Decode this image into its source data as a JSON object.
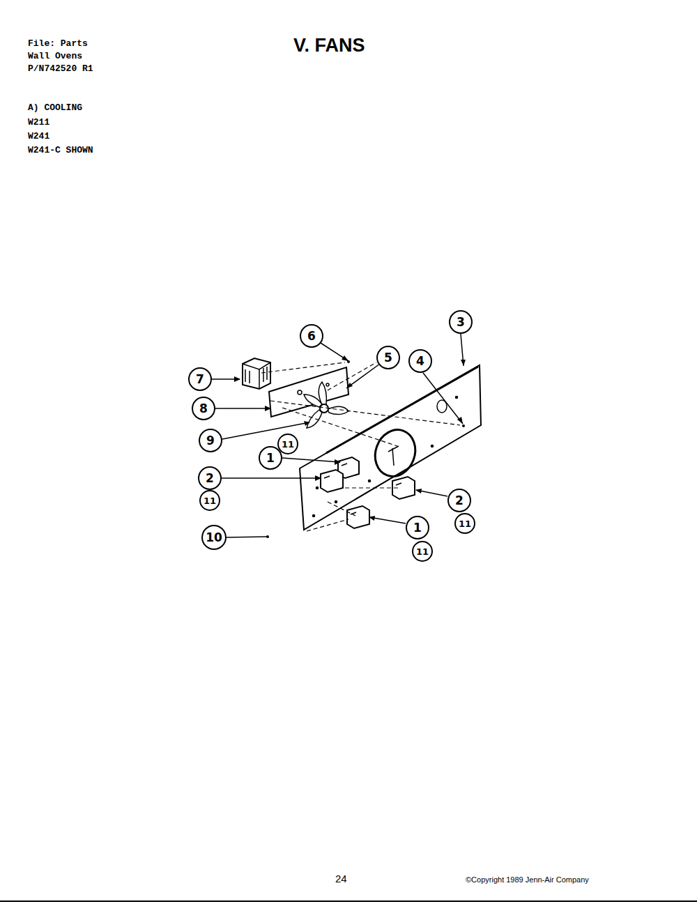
{
  "diagram": {
    "title": "V. FANS",
    "nodes": [
      {
        "text": [
          "6"
        ]
      },
      {
        "text": [
          "3"
        ]
      },
      {
        "text": [
          "5"
        ]
      },
      {
        "text": [
          "4"
        ]
      },
      {
        "text": [
          "7"
        ]
      },
      {
        "text": [
          "8"
        ]
      },
      {
        "text": [
          "9"
        ]
      },
      {
        "text": [
          "11"
        ]
      },
      {
        "text": [
          "1"
        ]
      },
      {
        "text": [
          "2"
        ]
      },
      {
        "text": [
          "11"
        ]
      },
      {
        "text": [
          "2"
        ]
      },
      {
        "text": [
          "11"
        ]
      },
      {
        "text": [
          "10"
        ]
      },
      {
        "text": [
          "1"
        ]
      },
      {
        "text": [
          "11"
        ]
      }
    ],
    "labels": [
      "File: Parts",
      "Wall Ovens",
      "P/N742520 R1",
      "A) COOLING",
      "W211",
      "W241",
      "W241-C SHOWN",
      "24",
      "©Copyright 1989 Jenn-Air Company"
    ]
  }
}
